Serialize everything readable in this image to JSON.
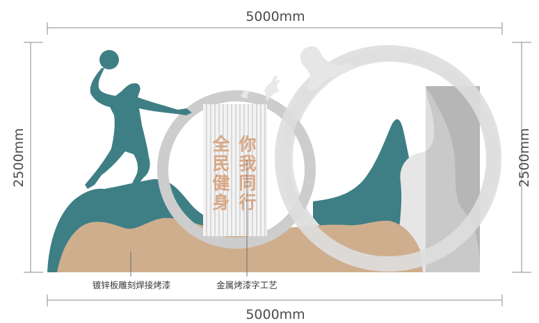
{
  "dimensions": {
    "top_width": "5000mm",
    "bottom_width": "5000mm",
    "left_height": "2500mm",
    "right_height": "2500mm"
  },
  "slogan": {
    "left_column": [
      "全",
      "民",
      "健",
      "身"
    ],
    "right_column": [
      "你",
      "我",
      "同",
      "行"
    ]
  },
  "callouts": {
    "material_left": "镀锌板雕刻焊接烤漆",
    "material_center": "金属烤漆字工艺"
  },
  "colors": {
    "teal": "#3e7f85",
    "tan": "#cfae8d",
    "ring_light": "#e3e3e3",
    "ring_mid": "#cdcdcd",
    "panel_dark": "#b6b6b6",
    "slogan": "#d9a784",
    "dim_line": "#8a8a8a"
  }
}
